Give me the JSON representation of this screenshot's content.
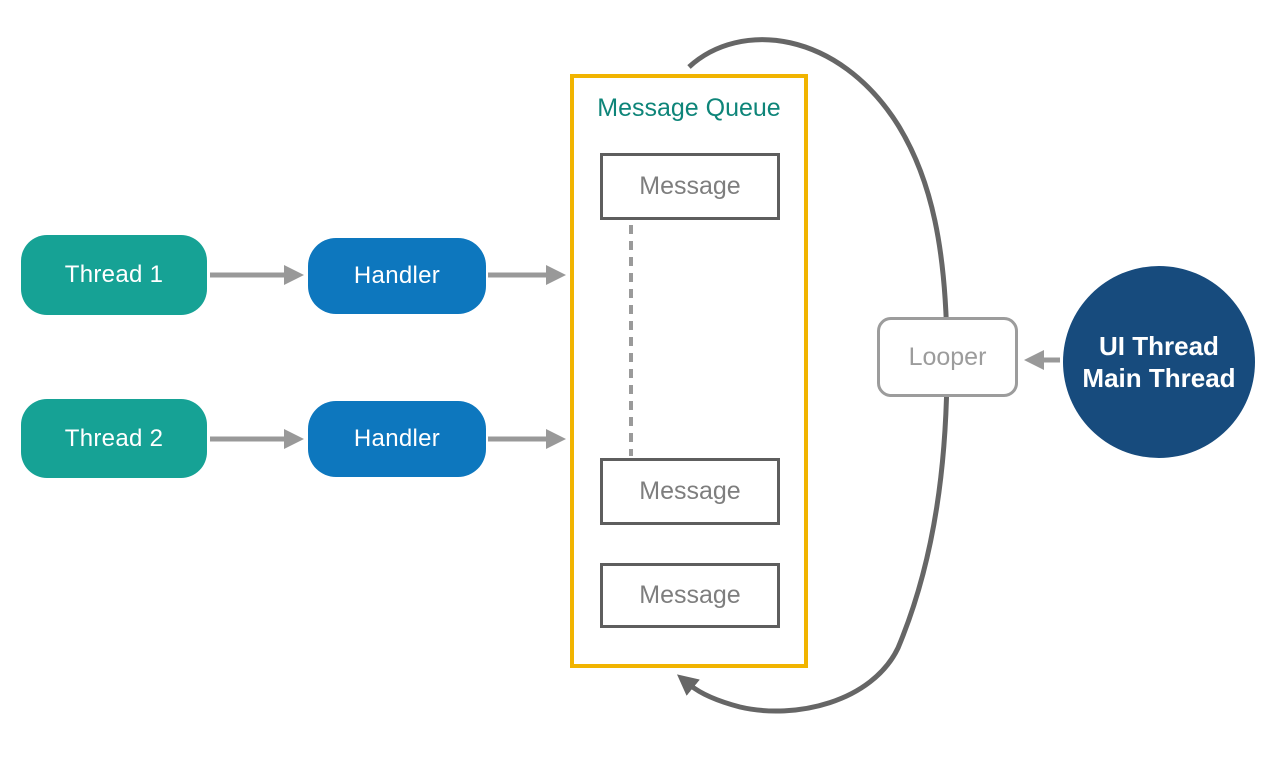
{
  "diagram": {
    "title_hint": "Android Handler / Looper / Message Queue diagram",
    "threads": [
      {
        "label": "Thread 1"
      },
      {
        "label": "Thread 2"
      }
    ],
    "handlers": [
      {
        "label": "Handler"
      },
      {
        "label": "Handler"
      }
    ],
    "queue": {
      "title": "Message Queue",
      "messages": [
        "Message",
        "Message",
        "Message"
      ]
    },
    "looper": {
      "label": "Looper"
    },
    "ui_thread": {
      "line1": "UI Thread",
      "line2": "Main Thread"
    },
    "colors": {
      "bg": "#ffffff",
      "thread_fill": "#16A295",
      "handler_fill": "#0D77BE",
      "queue_border": "#F1B400",
      "queue_title": "#0E8579",
      "message_border": "#5E5E5E",
      "message_text": "#7E7E7E",
      "looper_border": "#9C9C9C",
      "looper_text": "#9C9C9C",
      "uithread_fill": "#174B7D",
      "arrow": "#999999",
      "loop_arrow": "#666666",
      "dash": "#9A9A9A"
    }
  }
}
